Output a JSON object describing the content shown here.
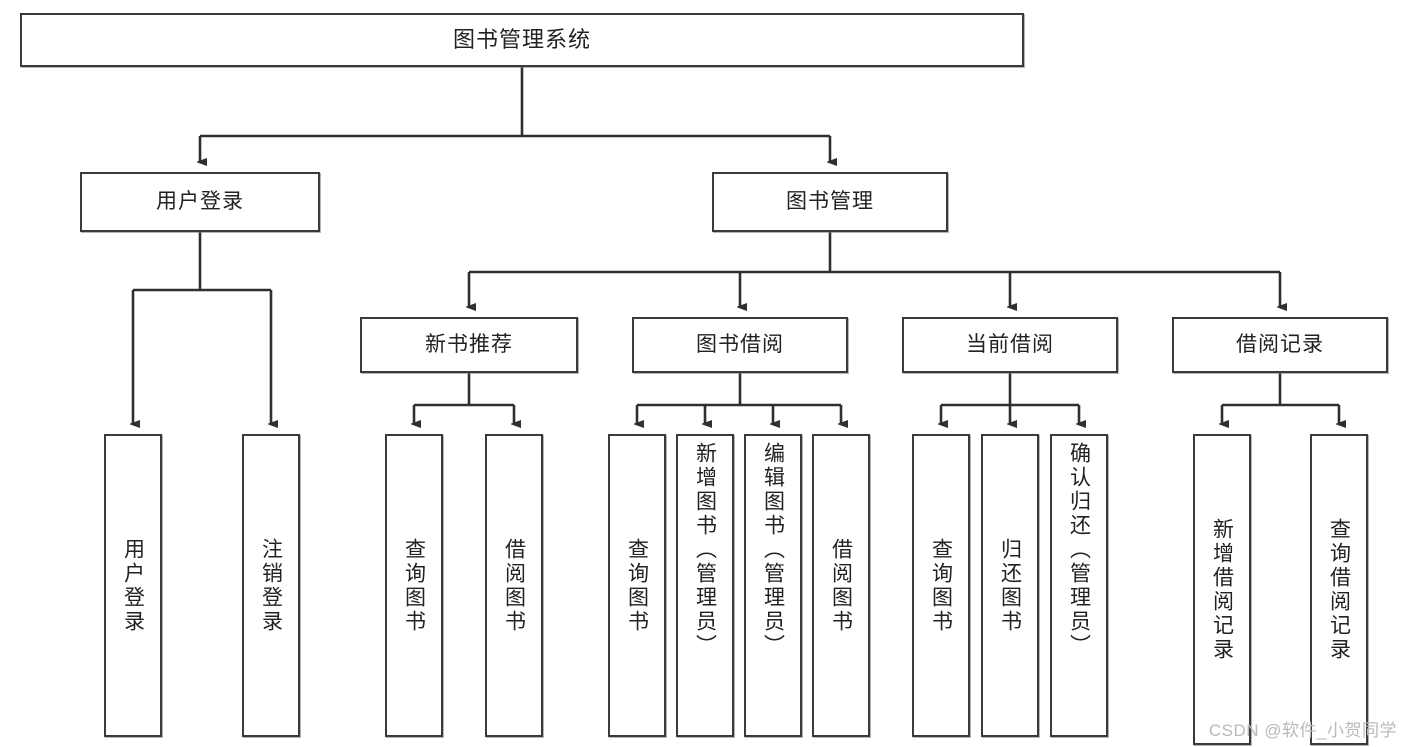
{
  "diagram": {
    "title": "图书管理系统",
    "type": "tree",
    "watermark": "CSDN @软件_小贺同学",
    "colors": {
      "border": "#3a3a3a",
      "background": "#ffffff",
      "text": "#222222",
      "connector": "#2f2f2f",
      "watermark": "#b9b9b9"
    },
    "root": {
      "label": "图书管理系统"
    },
    "tier2": [
      {
        "label": "用户登录"
      },
      {
        "label": "图书管理"
      }
    ],
    "tier3": [
      {
        "label": "新书推荐"
      },
      {
        "label": "图书借阅"
      },
      {
        "label": "当前借阅"
      },
      {
        "label": "借阅记录"
      }
    ],
    "leaves": {
      "user_login": [
        {
          "label": "用户登录"
        },
        {
          "label": "注销登录"
        }
      ],
      "new_book": [
        {
          "label": "查询图书"
        },
        {
          "label": "借阅图书"
        }
      ],
      "book_borrow": [
        {
          "label": "查询图书"
        },
        {
          "label": "新增图书（管理员）"
        },
        {
          "label": "编辑图书（管理员）"
        },
        {
          "label": "借阅图书"
        }
      ],
      "current_borrow": [
        {
          "label": "查询图书"
        },
        {
          "label": "归还图书"
        },
        {
          "label": "确认归还（管理员）"
        }
      ],
      "borrow_record": [
        {
          "label": "新增借阅记录"
        },
        {
          "label": "查询借阅记录"
        }
      ]
    }
  }
}
